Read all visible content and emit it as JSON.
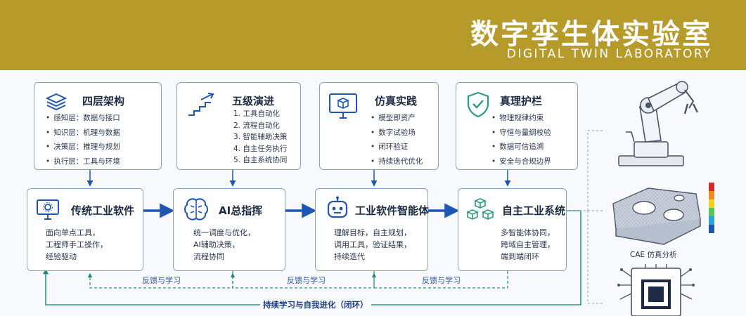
{
  "header": {
    "title": "数字孪生体实验室",
    "subtitle": "DIGITAL TWIN LABORATORY"
  },
  "top_cards": [
    {
      "title": "四层架构",
      "icon": "layers-icon",
      "items": [
        "感知层：数据与接口",
        "知识层：机理与数据",
        "决策层：推理与规划",
        "执行层：工具与环境"
      ]
    },
    {
      "title": "五级演进",
      "icon": "stairs-icon",
      "items": [
        "1. 工具自动化",
        "2. 流程自动化",
        "3. 智能辅助决策",
        "4. 自主任务执行",
        "5. 自主系统协同"
      ]
    },
    {
      "title": "仿真实践",
      "icon": "monitor-cube-icon",
      "items": [
        "模型即资产",
        "数字试验场",
        "闭环验证",
        "持续迭代优化"
      ]
    },
    {
      "title": "真理护栏",
      "icon": "shield-check-icon",
      "items": [
        "物理规律约束",
        "守恒与量纲校验",
        "数据可信追溯",
        "安全与合规边界"
      ]
    }
  ],
  "stage_cards": [
    {
      "title": "传统工业软件",
      "icon": "gear-monitor-icon",
      "lines": [
        "面向单点工具，",
        "工程师手工操作，",
        "经验驱动"
      ]
    },
    {
      "title": "AI总指挥",
      "icon": "brain-icon",
      "lines": [
        "统一调度与优化，",
        "AI辅助决策，",
        "流程协同"
      ]
    },
    {
      "title": "工业软件智能体",
      "icon": "robot-icon",
      "lines": [
        "理解目标，自主规划，",
        "调用工具，验证结果，",
        "持续迭代"
      ]
    },
    {
      "title": "自主工业系统",
      "icon": "cubes-network-icon",
      "lines": [
        "多智能体协同，",
        "跨域自主管理，",
        "端到端闭环"
      ]
    }
  ],
  "feedback_labels": [
    "反馈与学习",
    "反馈与学习",
    "反馈与学习"
  ],
  "loop_label": "持续学习与自我进化（闭环）",
  "side_images": {
    "cae_caption": "CAE 仿真分析",
    "robot": "robot-arm-icon",
    "cae": "cae-mesh-part-icon",
    "chip": "chip-icon"
  },
  "colors": {
    "header_bg": "#b69a2a",
    "accent": "#1f56b3",
    "card_border": "#8aa2c4"
  }
}
